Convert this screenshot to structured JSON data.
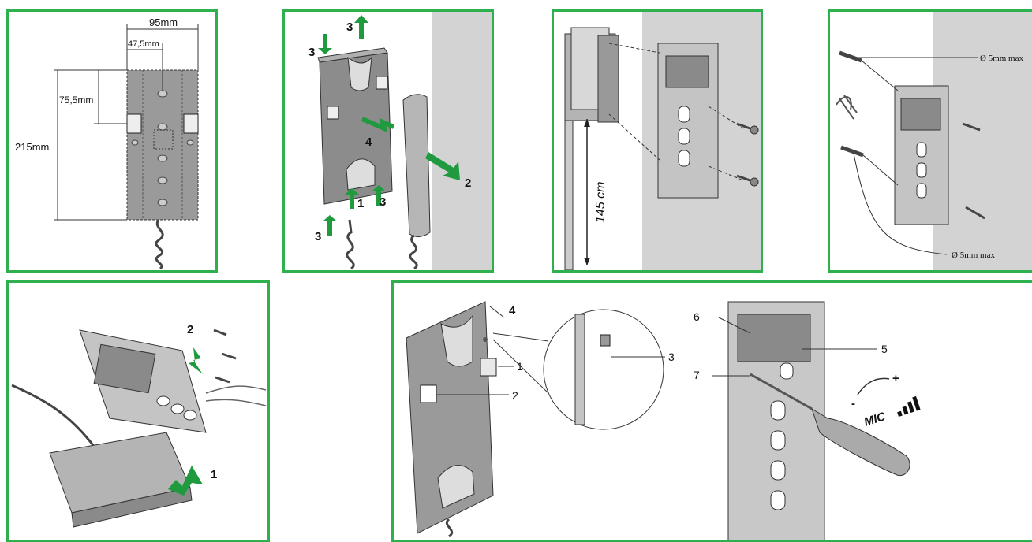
{
  "colors": {
    "frame": "#2fb04f",
    "arrow": "#1f9a3e",
    "wall": "#d3d3d3",
    "device": "#8f8f8f"
  },
  "panel1": {
    "width_label": "95mm",
    "half_label": "47,5mm",
    "offset_label": "75,5mm",
    "height_label": "215mm"
  },
  "panel2": {
    "step_remove_lower": "3",
    "step_remove_upper": "3",
    "step_release_right": "3",
    "step_release_left": "3",
    "step_cable": "1",
    "step_handset": "2",
    "step_cover": "4"
  },
  "panel3": {
    "height_label": "145 cm"
  },
  "panel4": {
    "hole_top": "Ø 5mm max",
    "hole_bottom": "Ø 5mm max"
  },
  "panel5": {
    "step_screw": "2",
    "step_base": "1"
  },
  "panel6": {
    "callout_1": "1",
    "callout_2": "2",
    "callout_3": "3",
    "callout_4": "4",
    "callout_5": "5",
    "callout_6": "6",
    "callout_7": "7",
    "mic_label": "MIC",
    "minus_label": "-",
    "plus_label": "+"
  }
}
